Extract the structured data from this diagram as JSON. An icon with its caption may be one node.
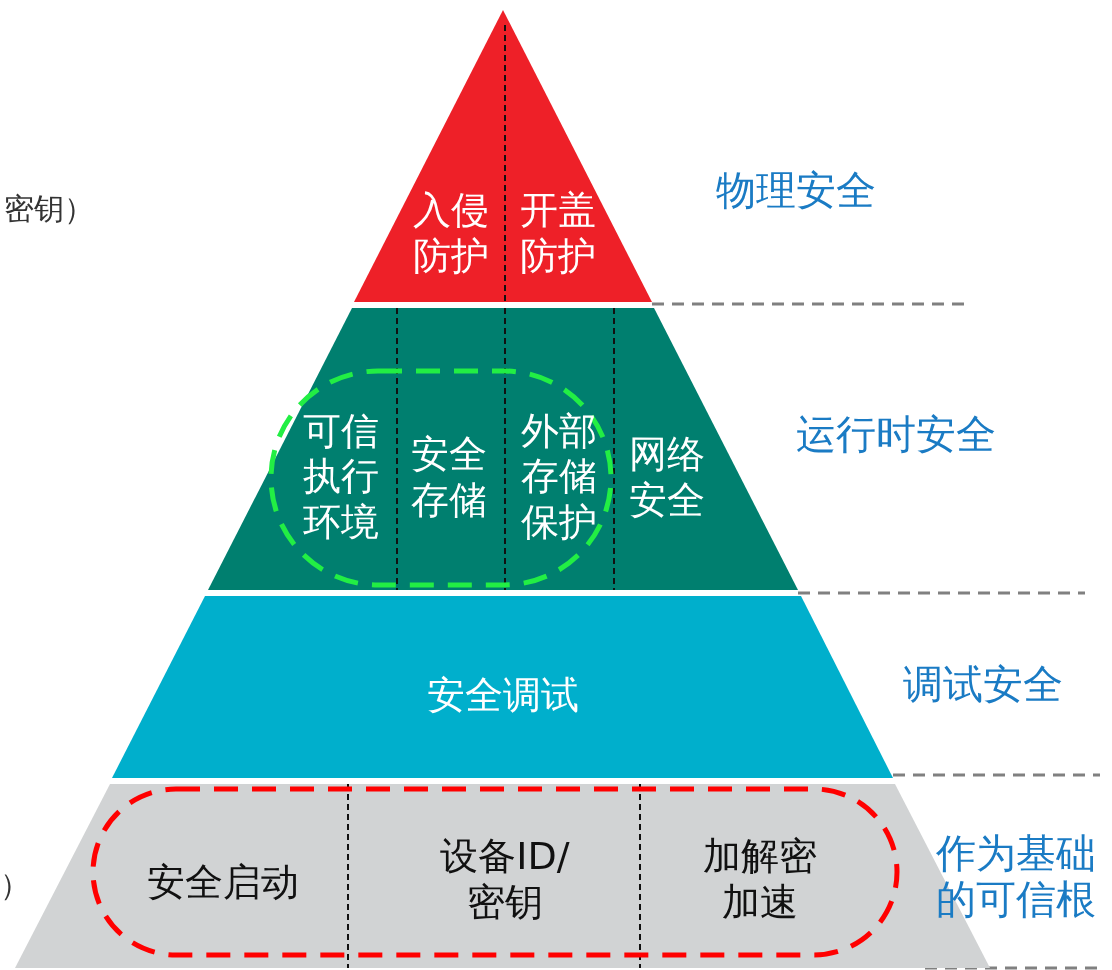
{
  "diagram": {
    "nodes": [
      {
        "text": [],
        "shape": "triangle"
      },
      {
        "text": [
          "入侵防护"
        ],
        "in": 0
      },
      {
        "text": [
          "开盖防护"
        ],
        "in": 0
      },
      {
        "text": [],
        "shape": "trapezoid"
      },
      {
        "text": [],
        "shape": "oval",
        "in": 3
      },
      {
        "text": [
          "可信执行环境"
        ],
        "in": 4
      },
      {
        "text": [
          "安全存储"
        ],
        "in": 4
      },
      {
        "text": [
          "外部存储保护"
        ],
        "in": 4
      },
      {
        "text": [
          "网络安全"
        ],
        "in": 3
      },
      {
        "text": [
          "安全调试"
        ]
      },
      {
        "text": [],
        "shape": "trapezoid"
      },
      {
        "text": [],
        "shape": "oval",
        "in": 10
      },
      {
        "text": [
          "安全启动"
        ],
        "in": 11
      },
      {
        "text": [
          "设备ID/密钥"
        ],
        "in": 11
      },
      {
        "text": [
          "加解密加速"
        ],
        "in": 11
      }
    ],
    "labels": [
      "密钥）",
      "物理安全",
      "运行时安全",
      "调试安全",
      "）",
      "作为基础的可信根"
    ]
  }
}
